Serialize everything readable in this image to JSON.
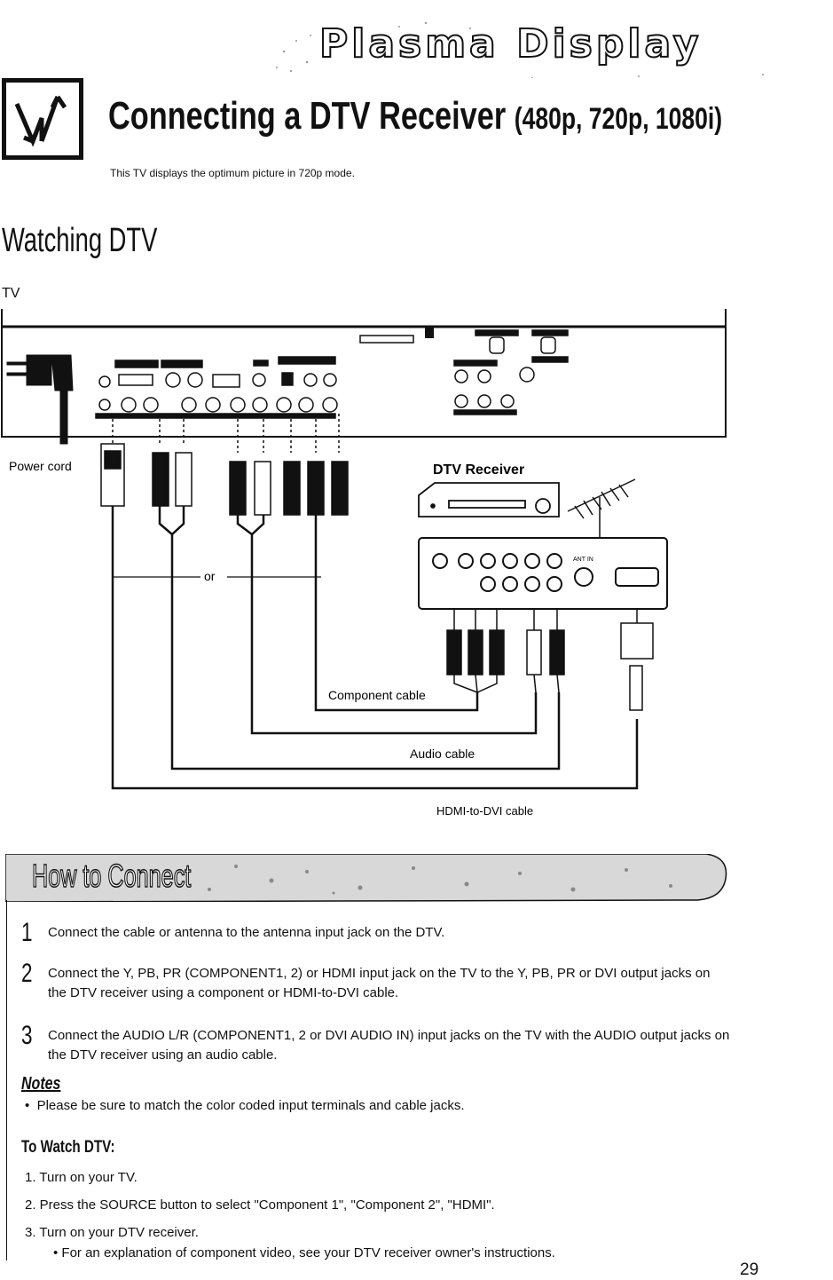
{
  "header": {
    "brand": "Plasma Display",
    "title": "Connecting a DTV Receiver",
    "title_formats": "(480p, 720p, 1080i)",
    "subtitle": "This TV displays the optimum picture in 720p mode."
  },
  "section": {
    "title": "Watching DTV",
    "tv_label": "TV"
  },
  "diagram": {
    "power_cord": "Power cord",
    "receiver_label": "DTV Receiver",
    "or_label": "or",
    "component_cable": "Component cable",
    "audio_cable": "Audio cable",
    "hdmi_dvi_cable": "HDMI-to-DVI cable",
    "ant_in": "ANT IN"
  },
  "howto": {
    "title": "How to Connect",
    "steps": [
      {
        "num": "1",
        "text": "Connect the cable or antenna to the antenna input jack on the DTV."
      },
      {
        "num": "2",
        "text": "Connect the Y, PB, PR (COMPONENT1, 2) or HDMI input jack on the TV to the Y, PB, PR or DVI output jacks on the DTV receiver using a component or HDMI-to-DVI cable."
      },
      {
        "num": "3",
        "text": "Connect the AUDIO L/R (COMPONENT1, 2 or DVI AUDIO IN) input jacks on the TV with the AUDIO output jacks on the DTV receiver using an audio cable."
      }
    ]
  },
  "notes": {
    "title": "Notes",
    "items": [
      "Please be sure to match the color coded input terminals and cable jacks."
    ]
  },
  "watch": {
    "title": "To Watch DTV:",
    "items": [
      "1.  Turn on your TV.",
      "2.  Press the SOURCE button to select \"Component 1\", \"Component 2\", \"HDMI\".",
      "3.  Turn on your DTV receiver."
    ],
    "sub_item": "• For an explanation of component video, see your DTV receiver owner's instructions."
  },
  "page_number": "29"
}
